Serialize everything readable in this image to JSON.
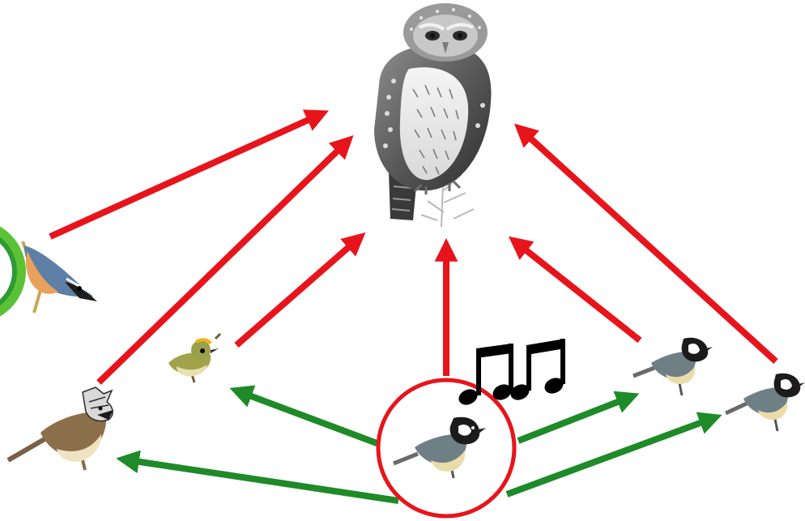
{
  "diagram": {
    "nodes": [
      {
        "id": "owl",
        "icon": "pygmy-owl-icon"
      },
      {
        "id": "nuthatch",
        "icon": "nuthatch-icon"
      },
      {
        "id": "crested-tit",
        "icon": "crested-tit-icon"
      },
      {
        "id": "goldcrest",
        "icon": "goldcrest-icon"
      },
      {
        "id": "coal-tit-center",
        "icon": "coal-tit-icon"
      },
      {
        "id": "coal-tit-right-1",
        "icon": "coal-tit-icon"
      },
      {
        "id": "coal-tit-right-2",
        "icon": "coal-tit-icon"
      },
      {
        "id": "song-notes",
        "icon": "music-notes-icon"
      }
    ],
    "edges": {
      "red": [
        {
          "from": "nuthatch",
          "to": "owl"
        },
        {
          "from": "crested-tit",
          "to": "owl"
        },
        {
          "from": "goldcrest",
          "to": "owl"
        },
        {
          "from": "coal-tit-center",
          "to": "owl"
        },
        {
          "from": "coal-tit-right-1",
          "to": "owl"
        },
        {
          "from": "coal-tit-right-2",
          "to": "owl"
        }
      ],
      "green": [
        {
          "from": "coal-tit-center",
          "to": "crested-tit"
        },
        {
          "from": "coal-tit-center",
          "to": "goldcrest"
        },
        {
          "from": "coal-tit-center",
          "to": "coal-tit-right-1"
        },
        {
          "from": "coal-tit-center",
          "to": "coal-tit-right-2"
        }
      ]
    },
    "colors": {
      "red_arrow": "#e8141b",
      "green_arrow": "#1f8a28",
      "highlight_circle": "#e8141b",
      "green_ring": "#5bc236"
    }
  }
}
